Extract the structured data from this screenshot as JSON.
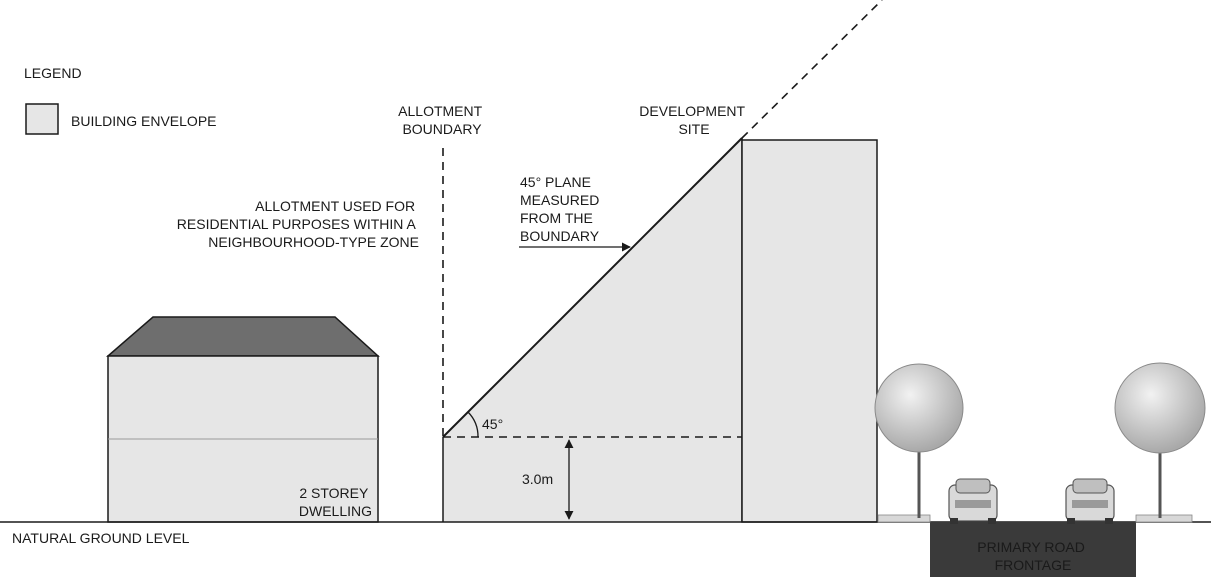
{
  "legend": {
    "title": "LEGEND",
    "item_label": "BUILDING ENVELOPE"
  },
  "labels": {
    "allotment_boundary": [
      "ALLOTMENT",
      "BOUNDARY"
    ],
    "development_site": [
      "DEVELOPMENT",
      "SITE"
    ],
    "residential_zone": [
      "ALLOTMENT USED FOR",
      "RESIDENTIAL PURPOSES WITHIN A",
      "NEIGHBOURHOOD-TYPE ZONE"
    ],
    "plane": [
      "45° PLANE",
      "MEASURED",
      "FROM THE",
      "BOUNDARY"
    ],
    "angle": "45°",
    "height": "3.0m",
    "dwelling": [
      "2 STOREY",
      "DWELLING"
    ],
    "ground": "NATURAL GROUND LEVEL",
    "road": [
      "PRIMARY ROAD",
      "FRONTAGE"
    ]
  },
  "colors": {
    "envelope_fill": "#e6e6e6",
    "roof_fill": "#6e6e6e",
    "road_fill": "#3a3a3a",
    "line": "#1a1a1a"
  },
  "icons": [
    "tree-icon",
    "car-icon"
  ]
}
